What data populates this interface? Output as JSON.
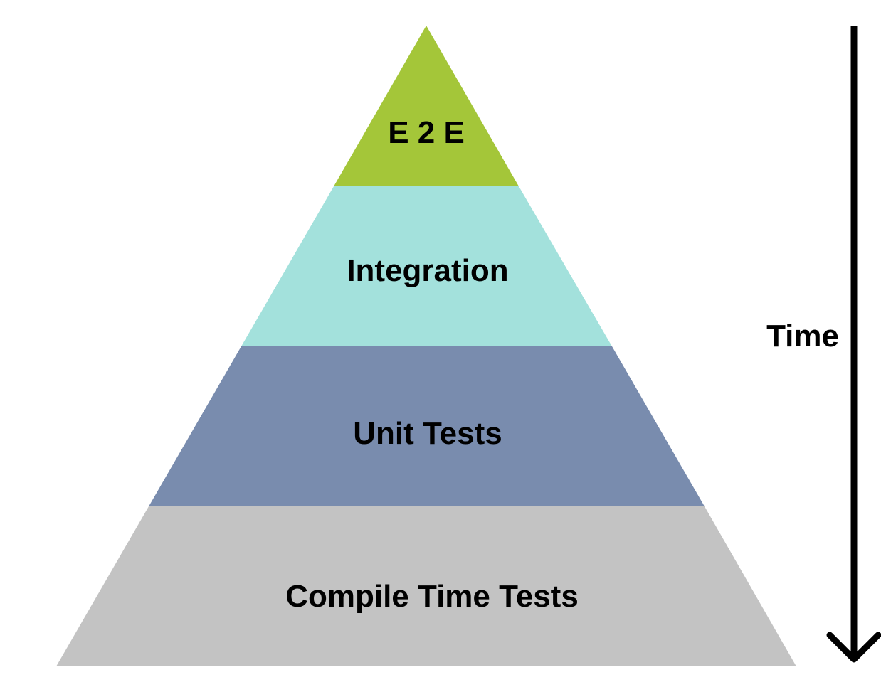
{
  "pyramid": {
    "layers": [
      {
        "label": "E 2 E",
        "color": "#a4c639"
      },
      {
        "label": "Integration",
        "color": "#a3e1dc"
      },
      {
        "label": "Unit Tests",
        "color": "#798cae"
      },
      {
        "label": "Compile Time Tests",
        "color": "#c3c3c3"
      }
    ]
  },
  "axis": {
    "label": "Time",
    "direction": "down",
    "color": "#000000"
  }
}
